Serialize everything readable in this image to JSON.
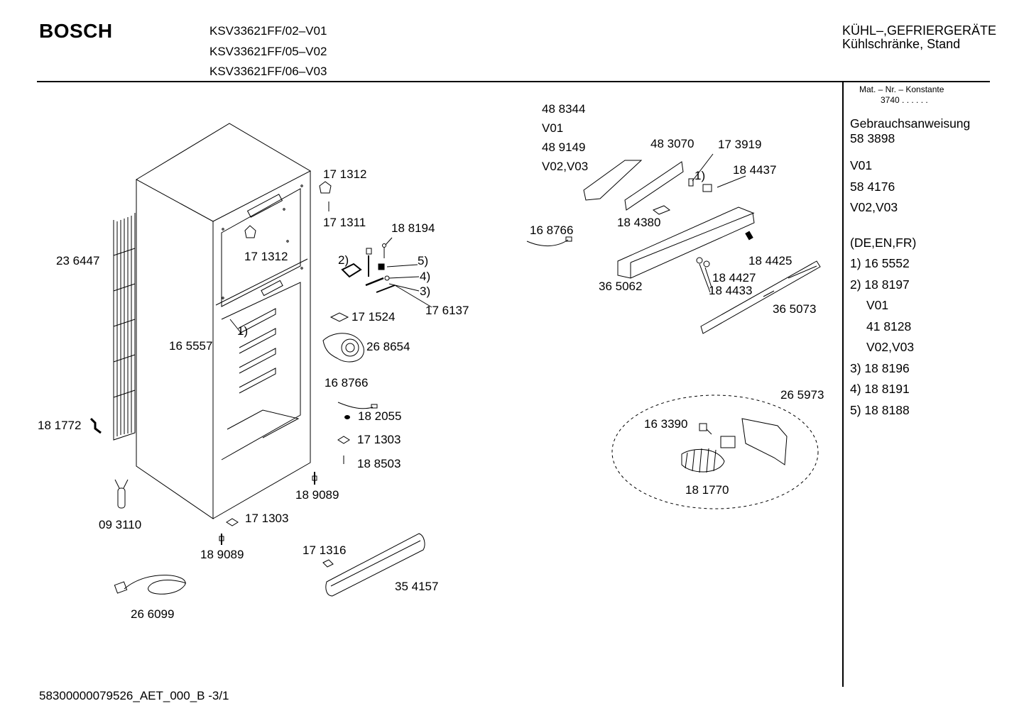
{
  "header": {
    "brand": "BOSCH",
    "models": [
      "KSV33621FF/02–V01",
      "KSV33621FF/05–V02",
      "KSV33621FF/06–V03"
    ],
    "category_line1": "KÜHL–,GEFRIERGERÄTE",
    "category_line2": "Kühlschränke, Stand"
  },
  "sidebar": {
    "mat_label": "Mat. – Nr. – Konstante",
    "mat_constant": "3740  .  .   .  .  .  .",
    "manual_title": "Gebrauchsanweisung",
    "manual_number": "58 3898",
    "items": [
      "V01",
      "58 4176",
      "V02,V03",
      "(DE,EN,FR)",
      "1) 16 5552",
      "2) 18 8197",
      "V01",
      "41 8128",
      "V02,V03",
      "3) 18 8196",
      "4) 18 8191",
      "5) 18 8188"
    ]
  },
  "parts": {
    "p236447": "23 6447",
    "p171312a": "17 1312",
    "p171311": "17 1311",
    "p171312b": "17 1312",
    "p188194": "18 8194",
    "m2": "2)",
    "m5": "5)",
    "m4": "4)",
    "m3": "3)",
    "p176137": "17 6137",
    "p171524": "17 1524",
    "p268654": "26 8654",
    "p165557": "16 5557",
    "m1a": "1)",
    "p168766b": "16 8766",
    "p182055": "18 2055",
    "p171303a": "17 1303",
    "p188503": "18 8503",
    "p181772": "18 1772",
    "p189089a": "18 9089",
    "p093110": "09 3110",
    "p171303b": "17 1303",
    "p189089b": "18 9089",
    "p171316": "17 1316",
    "p354157": "35 4157",
    "p266099": "26 6099",
    "p488344": "48 8344",
    "v01": "V01",
    "p489149": "48 9149",
    "v0203": "V02,V03",
    "p483070": "48 3070",
    "p173919": "17 3919",
    "m1b": "1)",
    "p184437": "18 4437",
    "p168766a": "16 8766",
    "p184380": "18 4380",
    "p184425": "18 4425",
    "p184427": "18 4427",
    "p184433": "18 4433",
    "p365062": "36 5062",
    "p365073": "36 5073",
    "p265973": "26 5973",
    "p163390": "16 3390",
    "p181770": "18 1770"
  },
  "footer": {
    "code": "58300000079526_AET_000_B -3/1"
  }
}
